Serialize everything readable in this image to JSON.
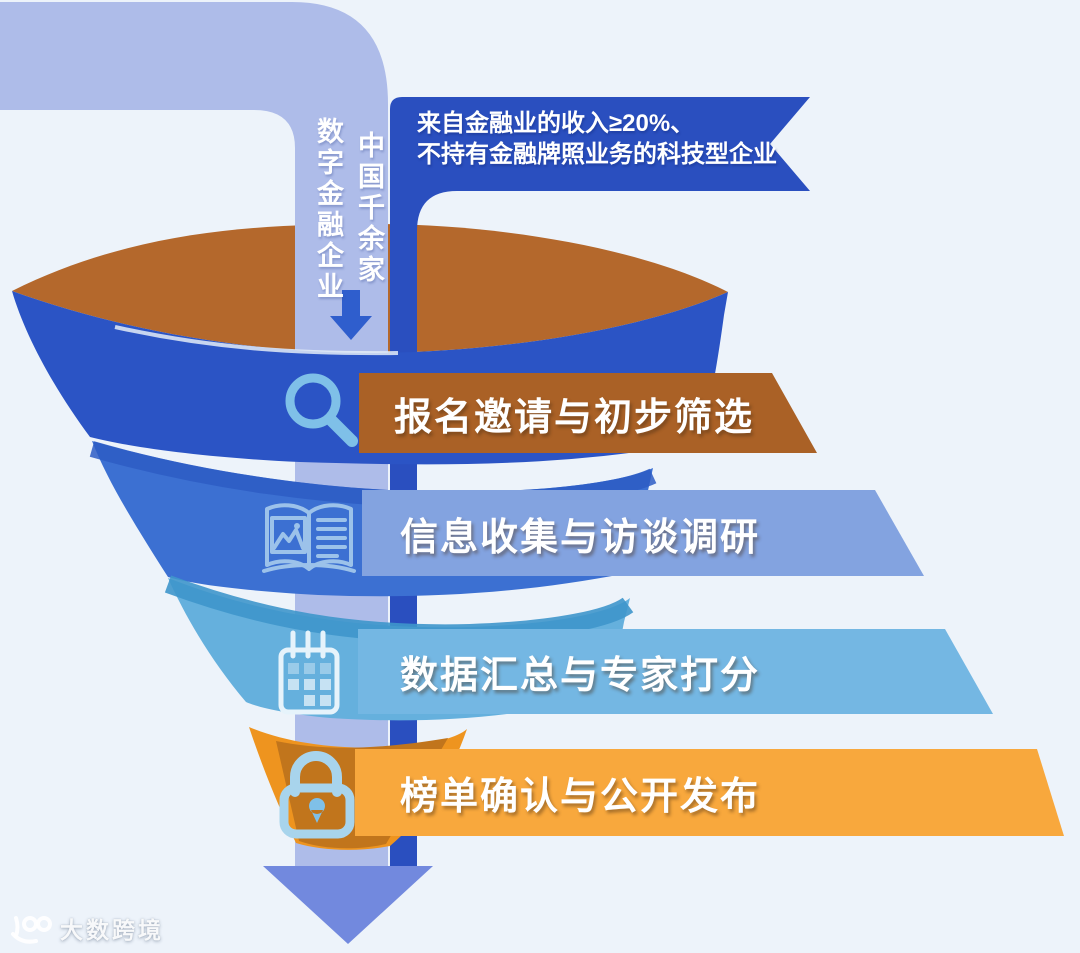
{
  "page": {
    "background_color": "#edf3fa"
  },
  "banner": {
    "line1": "来自金融业的收入≥20%、",
    "line2": "不持有金融牌照业务的科技型企业",
    "color": "#2a4fbf"
  },
  "source": {
    "line1": "中国千余家",
    "line2": "数字金融企业",
    "pipe_color": "#aebce9",
    "pipe_arrow_color": "#2f5ecd"
  },
  "funnel": {
    "rim_color": "#b4682c",
    "layer1_color": "#2b54c5",
    "layer2_color": "#3c70d2",
    "layer3_color": "#65b0dd",
    "layer4_color": "#ee941f",
    "layer4_inner_color": "#c1751c"
  },
  "steps": [
    {
      "label": "报名邀请与初步筛选",
      "icon": "search-icon",
      "bar_color": "#aa6126"
    },
    {
      "label": "信息收集与访谈调研",
      "icon": "book-icon",
      "bar_color": "#83a3e0"
    },
    {
      "label": "数据汇总与专家打分",
      "icon": "calendar-icon",
      "bar_color": "#74b7e3"
    },
    {
      "label": "榜单确认与公开发布",
      "icon": "lock-icon",
      "bar_color": "#f8a83d"
    }
  ],
  "bottom_arrow": {
    "color": "#7289de"
  },
  "watermark": {
    "logo": "100",
    "text": "大数跨境"
  }
}
